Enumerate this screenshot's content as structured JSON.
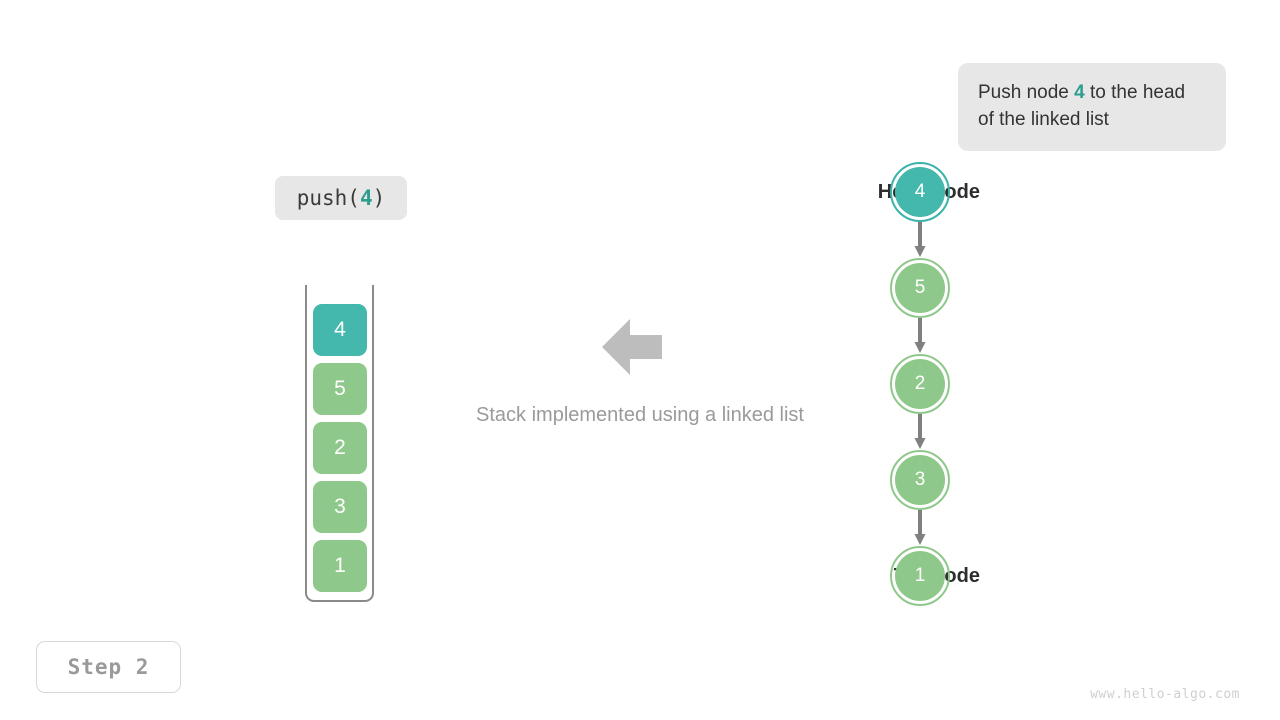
{
  "callout": {
    "text_before": "Push node ",
    "highlight": "4",
    "text_after": " to the head of the linked list"
  },
  "operation": {
    "prefix": "push(",
    "argument": "4",
    "suffix": ")"
  },
  "stack": {
    "cells": [
      {
        "value": "4",
        "state": "highlight"
      },
      {
        "value": "5",
        "state": "normal"
      },
      {
        "value": "2",
        "state": "normal"
      },
      {
        "value": "3",
        "state": "normal"
      },
      {
        "value": "1",
        "state": "normal"
      }
    ]
  },
  "caption": "Stack implemented using a linked list",
  "linked_list": {
    "nodes": [
      {
        "value": "4",
        "label": "Head node",
        "state": "highlight"
      },
      {
        "value": "5",
        "label": "",
        "state": "normal"
      },
      {
        "value": "2",
        "label": "",
        "state": "normal"
      },
      {
        "value": "3",
        "label": "",
        "state": "normal"
      },
      {
        "value": "1",
        "label": "Tail node",
        "state": "normal"
      }
    ]
  },
  "step_badge": "Step 2",
  "watermark": "www.hello-algo.com",
  "colors": {
    "highlight_teal": "#45b8ae",
    "node_green": "#8ec98b",
    "chip_bg": "#e7e7e7",
    "arrow_gray": "#808080",
    "big_arrow_gray": "#bdbdbd",
    "caption_gray": "#9a9a9a"
  }
}
